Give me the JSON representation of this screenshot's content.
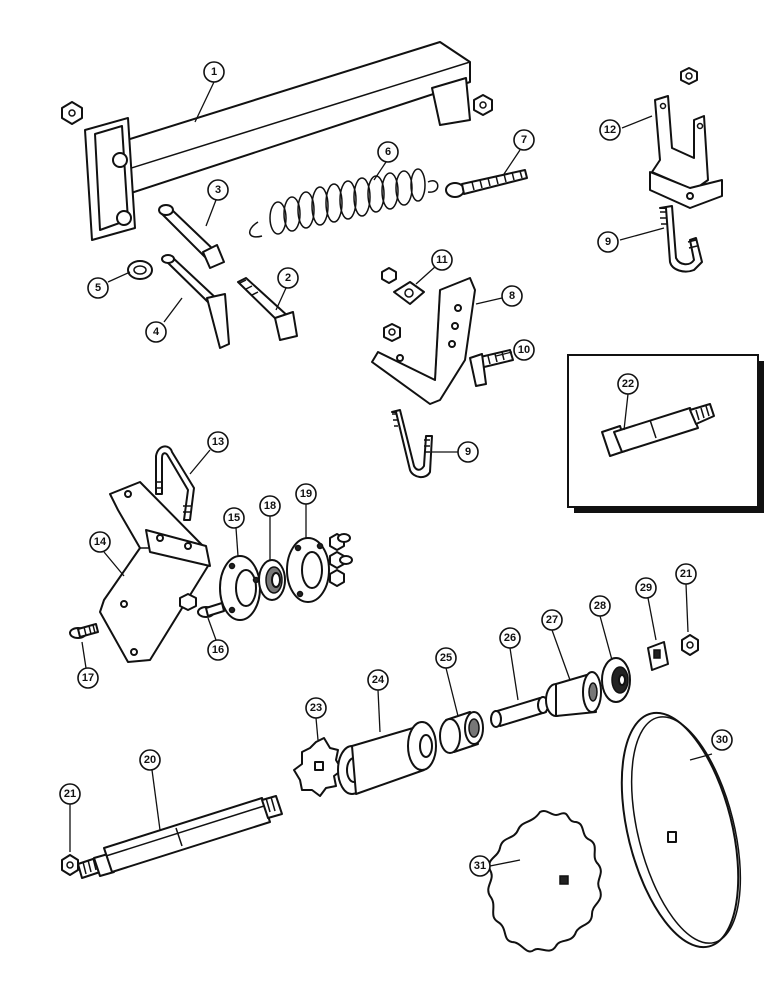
{
  "callouts": {
    "c1": "1",
    "c2": "2",
    "c3": "3",
    "c4": "4",
    "c5": "5",
    "c6": "6",
    "c7": "7",
    "c8": "8",
    "c9a": "9",
    "c9b": "9",
    "c10": "10",
    "c11": "11",
    "c12": "12",
    "c13": "13",
    "c14": "14",
    "c15": "15",
    "c16": "16",
    "c17": "17",
    "c18": "18",
    "c19": "19",
    "c20": "20",
    "c21a": "21",
    "c21b": "21",
    "c22": "22",
    "c23": "23",
    "c24": "24",
    "c25": "25",
    "c26": "26",
    "c27": "27",
    "c28": "28",
    "c29": "29",
    "c30": "30",
    "c31": "31"
  }
}
